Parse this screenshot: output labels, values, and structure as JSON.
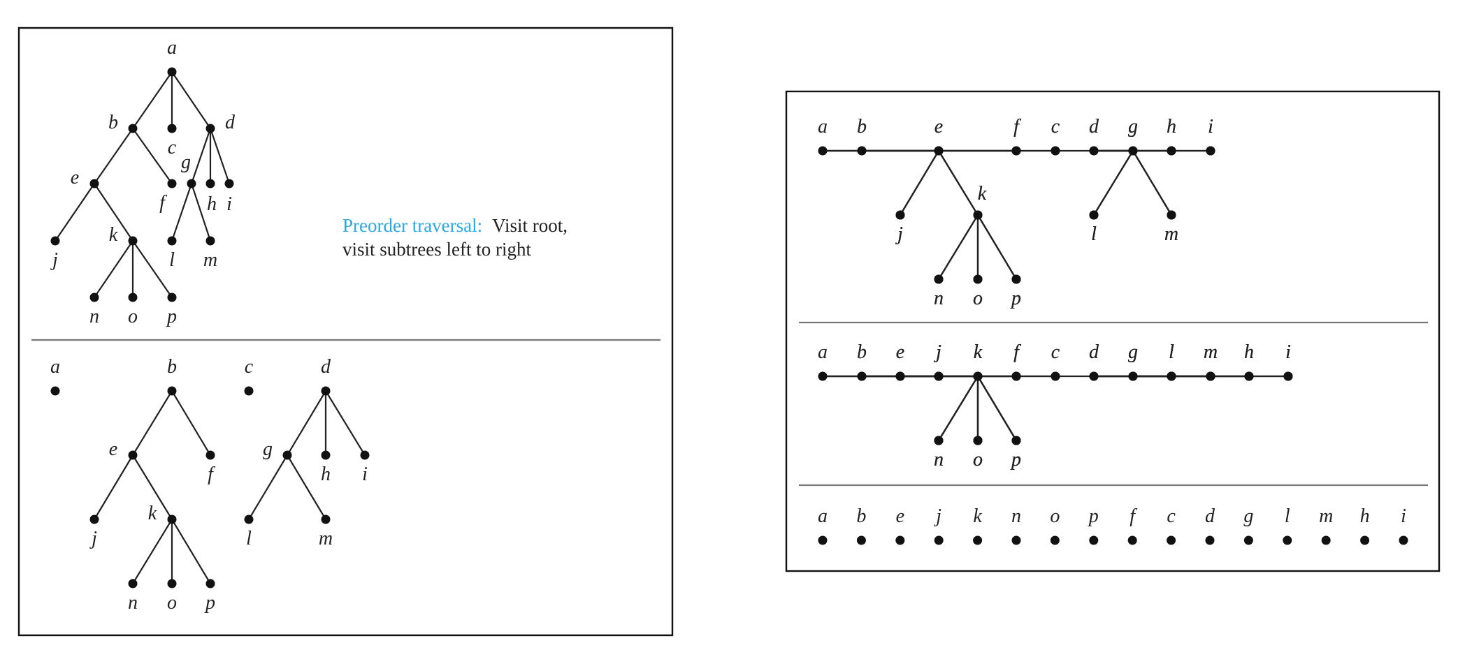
{
  "caption": {
    "highlight": "Preorder traversal:",
    "line1": "Visit root,",
    "line2": "visit subtrees left to right"
  },
  "colors": {
    "highlight": "#29a9e0",
    "ink": "#111111"
  },
  "trees": {
    "full_tree": {
      "a": [
        "b",
        "c",
        "d"
      ],
      "b": [
        "e",
        "f"
      ],
      "d": [
        "g",
        "h",
        "i"
      ],
      "e": [
        "j",
        "k"
      ],
      "g": [
        "l",
        "m"
      ],
      "k": [
        "n",
        "o",
        "p"
      ]
    }
  },
  "steps": [
    {
      "name": "step-0-full-tree",
      "sequence": [
        "a"
      ]
    },
    {
      "name": "step-1-subtrees-of-a",
      "sequence": [
        "a",
        "b",
        "c",
        "d"
      ]
    },
    {
      "name": "step-2-subtrees-of-b-and-d",
      "sequence": [
        "a",
        "b",
        "e",
        "f",
        "c",
        "d",
        "g",
        "h",
        "i"
      ]
    },
    {
      "name": "step-3-subtrees-of-e-and-g",
      "sequence": [
        "a",
        "b",
        "e",
        "j",
        "k",
        "f",
        "c",
        "d",
        "g",
        "l",
        "m",
        "h",
        "i"
      ]
    },
    {
      "name": "step-4-preorder-listing",
      "sequence": [
        "a",
        "b",
        "e",
        "j",
        "k",
        "n",
        "o",
        "p",
        "f",
        "c",
        "d",
        "g",
        "l",
        "m",
        "h",
        "i"
      ]
    }
  ]
}
